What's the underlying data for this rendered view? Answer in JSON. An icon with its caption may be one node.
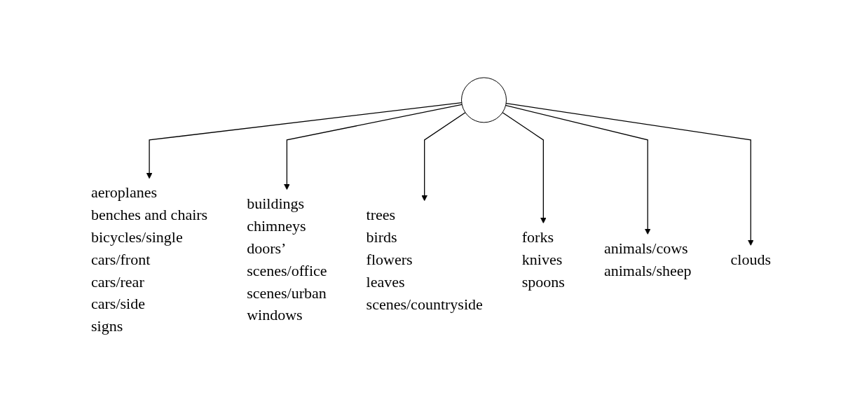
{
  "diagram": {
    "nodes": [
      {
        "text": [],
        "shape": "circle"
      },
      {
        "text": [
          "aeroplanes",
          "benches and chairs",
          "bicycles/single",
          "cars/front",
          "cars/rear",
          "cars/side",
          "signs"
        ]
      },
      {
        "text": [
          "buildings",
          "chimneys",
          "doors’",
          "scenes/office",
          "scenes/urban",
          "windows"
        ]
      },
      {
        "text": [
          "trees",
          "birds",
          "flowers",
          "leaves",
          "scenes/countryside"
        ]
      },
      {
        "text": [
          "forks",
          "knives",
          "spoons"
        ]
      },
      {
        "text": [
          "animals/cows",
          "animals/sheep"
        ]
      },
      {
        "text": [
          "clouds"
        ]
      }
    ],
    "edges": [
      {
        "from": 0,
        "to": 1,
        "arrow": "to"
      },
      {
        "from": 0,
        "to": 2,
        "arrow": "to"
      },
      {
        "from": 0,
        "to": 3,
        "arrow": "to"
      },
      {
        "from": 0,
        "to": 4,
        "arrow": "to"
      },
      {
        "from": 0,
        "to": 5,
        "arrow": "to"
      },
      {
        "from": 0,
        "to": 6,
        "arrow": "to"
      }
    ]
  }
}
